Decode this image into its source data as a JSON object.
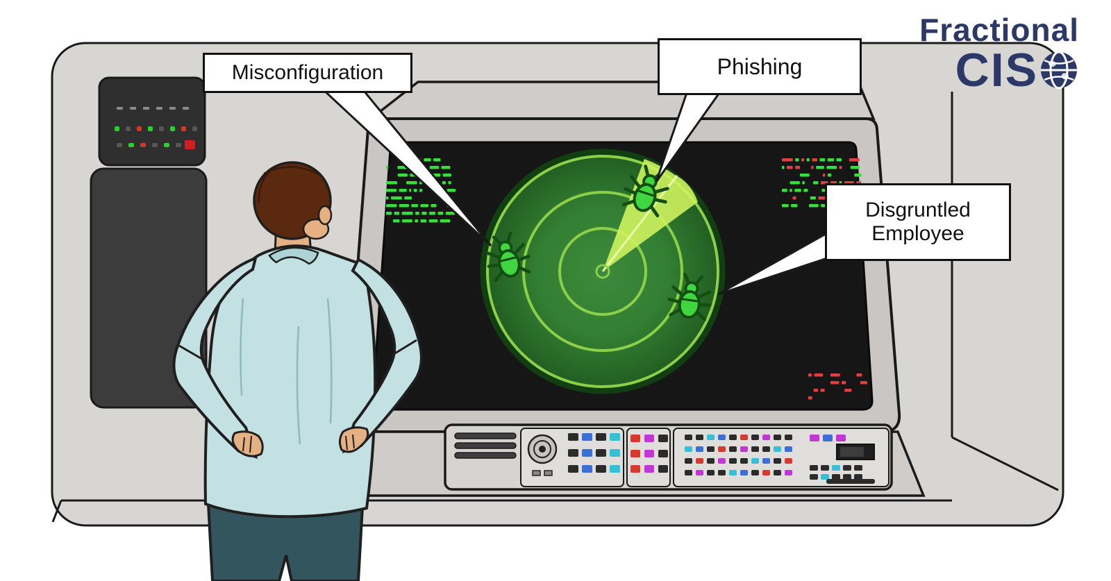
{
  "page": {
    "title": "Security threat radar illustration"
  },
  "logo": {
    "brand_line1": "Fractional",
    "brand_line2": "CIS"
  },
  "callouts": {
    "misconfiguration": "Misconfiguration",
    "phishing": "Phishing",
    "disgruntled": "Disgruntled Employee"
  },
  "radar": {
    "threats": [
      {
        "label": "Phishing",
        "icon": "bug-icon",
        "position": "top"
      },
      {
        "label": "Misconfiguration",
        "icon": "bug-icon",
        "position": "left"
      },
      {
        "label": "Disgruntled Employee",
        "icon": "bug-icon",
        "position": "bottom-right"
      }
    ],
    "ring_count": 3
  },
  "colors": {
    "radar_green": "#2e7c2e",
    "radar_ring_green": "#8ccf49",
    "sweep_highlight": "#cdf25e",
    "bug_green": "#3fd63f",
    "logo_navy": "#2c3968",
    "console_gray": "#d8d6d3",
    "screen_black": "#161616",
    "code_green": "#35e03a",
    "code_red": "#e04040"
  }
}
